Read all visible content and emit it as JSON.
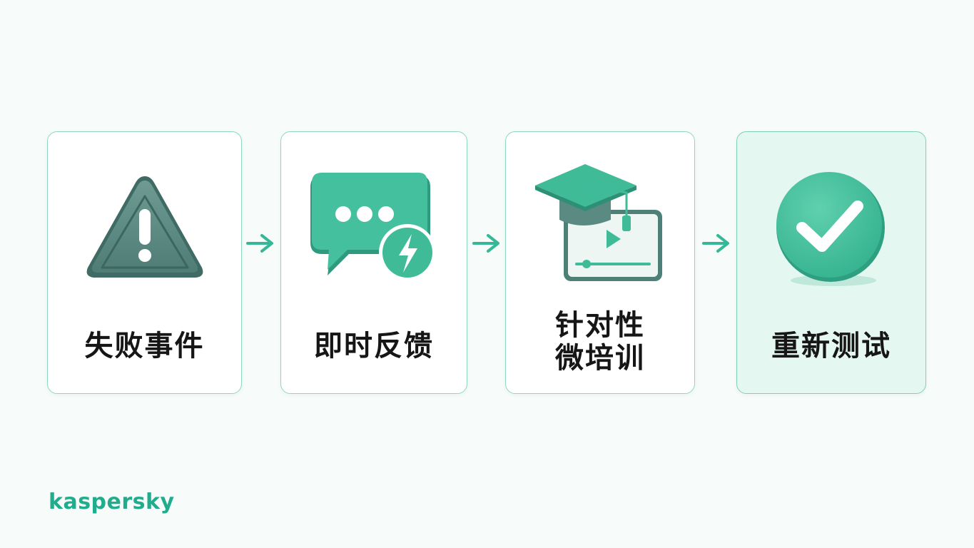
{
  "diagram": {
    "steps": [
      {
        "label": "失败事件",
        "icon": "warning-triangle-icon"
      },
      {
        "label": "即时反馈",
        "icon": "chat-bubble-lightning-icon"
      },
      {
        "label": "针对性\n微培训",
        "icon": "graduation-cap-video-icon"
      },
      {
        "label": "重新测试",
        "icon": "check-circle-icon"
      }
    ],
    "connector_icon": "arrow-right-icon"
  },
  "brand": {
    "name": "kaspersky"
  },
  "colors": {
    "accent": "#3dbd99",
    "accent_dark": "#2e9c7f",
    "slate": "#5e8c84",
    "brand": "#1fad8e",
    "card_border": "#8fd6c2",
    "highlight_bg": "#e4f7f0"
  }
}
